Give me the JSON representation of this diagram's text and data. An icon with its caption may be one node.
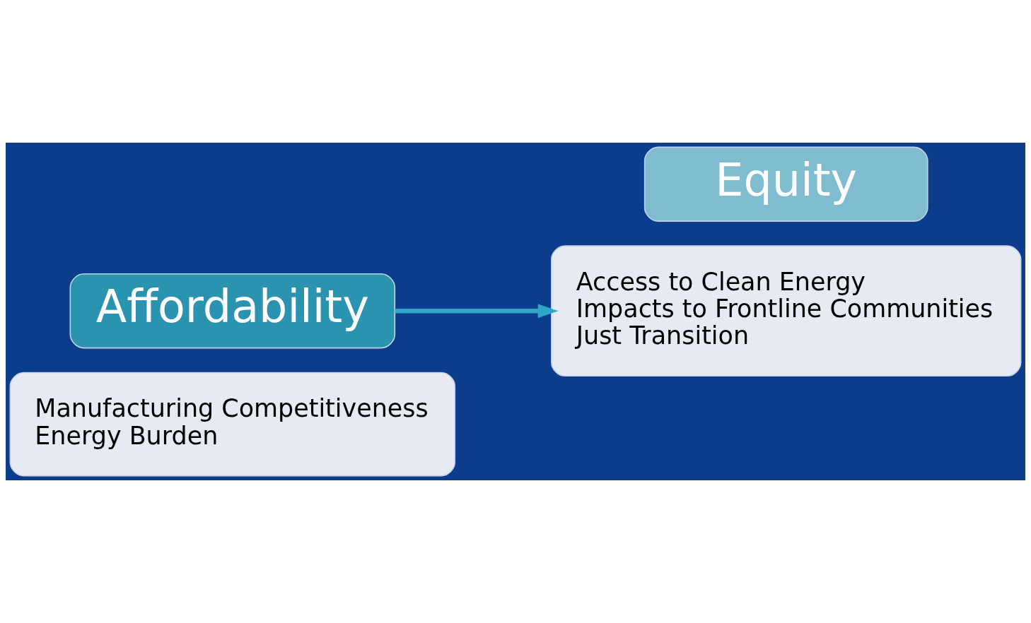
{
  "diagram": {
    "nodes": [
      {
        "text": [
          "Manufacturing Competitiveness",
          "Energy Burden"
        ]
      },
      {
        "text": [
          "Affordability"
        ]
      },
      {
        "text": [
          "Equity"
        ]
      },
      {
        "text": [
          "Access to Clean Energy",
          "Impacts to Frontline Communities",
          "Just Transition"
        ]
      }
    ],
    "edges": [
      {
        "from": 1,
        "to": 3,
        "arrow": "to"
      }
    ]
  }
}
